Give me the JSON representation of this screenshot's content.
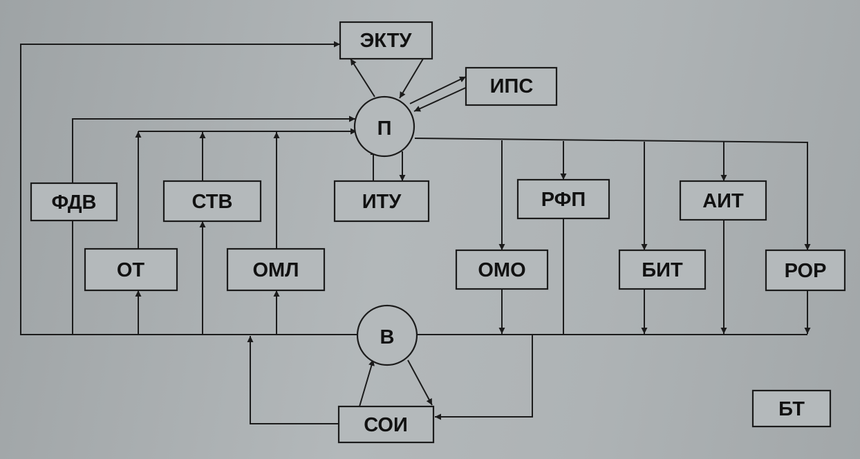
{
  "diagram": {
    "nodes": {
      "ektu": "ЭКТУ",
      "ips": "ИПС",
      "p": "П",
      "fdv": "ФДВ",
      "stv": "СТВ",
      "itu": "ИТУ",
      "rfp": "РФП",
      "ait": "АИТ",
      "ot": "ОТ",
      "oml": "ОМЛ",
      "omo": "ОМО",
      "bit": "БИТ",
      "ror": "РОР",
      "v": "В",
      "soi": "СОИ",
      "bt": "БТ"
    },
    "colors": {
      "line": "#1b1b1b",
      "background": "#b4b9bb"
    }
  }
}
